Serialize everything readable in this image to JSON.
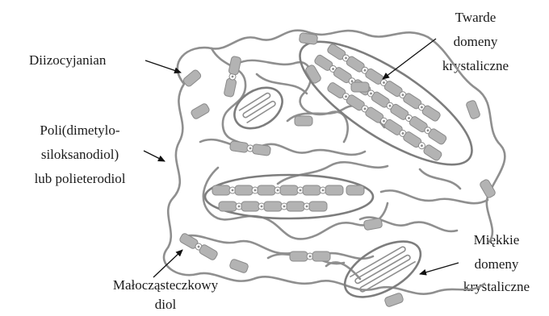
{
  "labels": {
    "diisocyanate": "Diizocyjanian",
    "polyol_line1": "Poli(dimetylo-",
    "polyol_line2": "siloksanodiol)",
    "polyol_line3": "lub polieterodiol",
    "hard_line1": "Twarde",
    "hard_line2": "domeny",
    "hard_line3": "krystaliczne",
    "soft_line1": "Miękkie",
    "soft_line2": "domeny",
    "soft_line3": "krystaliczne",
    "diol_line1": "Małocząsteczkowy",
    "diol_line2": "diol"
  },
  "colors": {
    "chain": "#8f8f8f",
    "segment_fill": "#b3b3b3",
    "segment_stroke": "#8a8a8a",
    "domain_outline": "#7d7d7d",
    "arrow": "#111111"
  }
}
